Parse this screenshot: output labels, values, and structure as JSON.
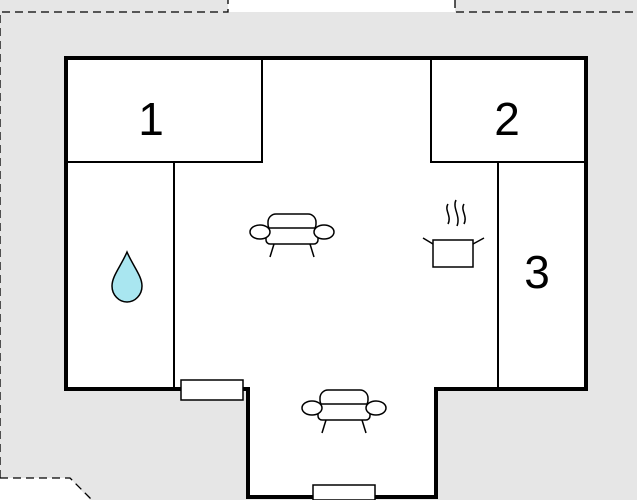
{
  "plan": {
    "colors": {
      "outside": "#e6e6e6",
      "floor": "#ffffff",
      "walls": "#000000",
      "water": "#a9e6f0"
    },
    "rooms": [
      {
        "id": "room-1",
        "label": "1"
      },
      {
        "id": "room-2",
        "label": "2"
      },
      {
        "id": "room-3",
        "label": "3"
      }
    ],
    "icons": [
      "water-drop-icon",
      "sofa-icon",
      "cooking-pot-icon",
      "sofa-icon"
    ]
  }
}
